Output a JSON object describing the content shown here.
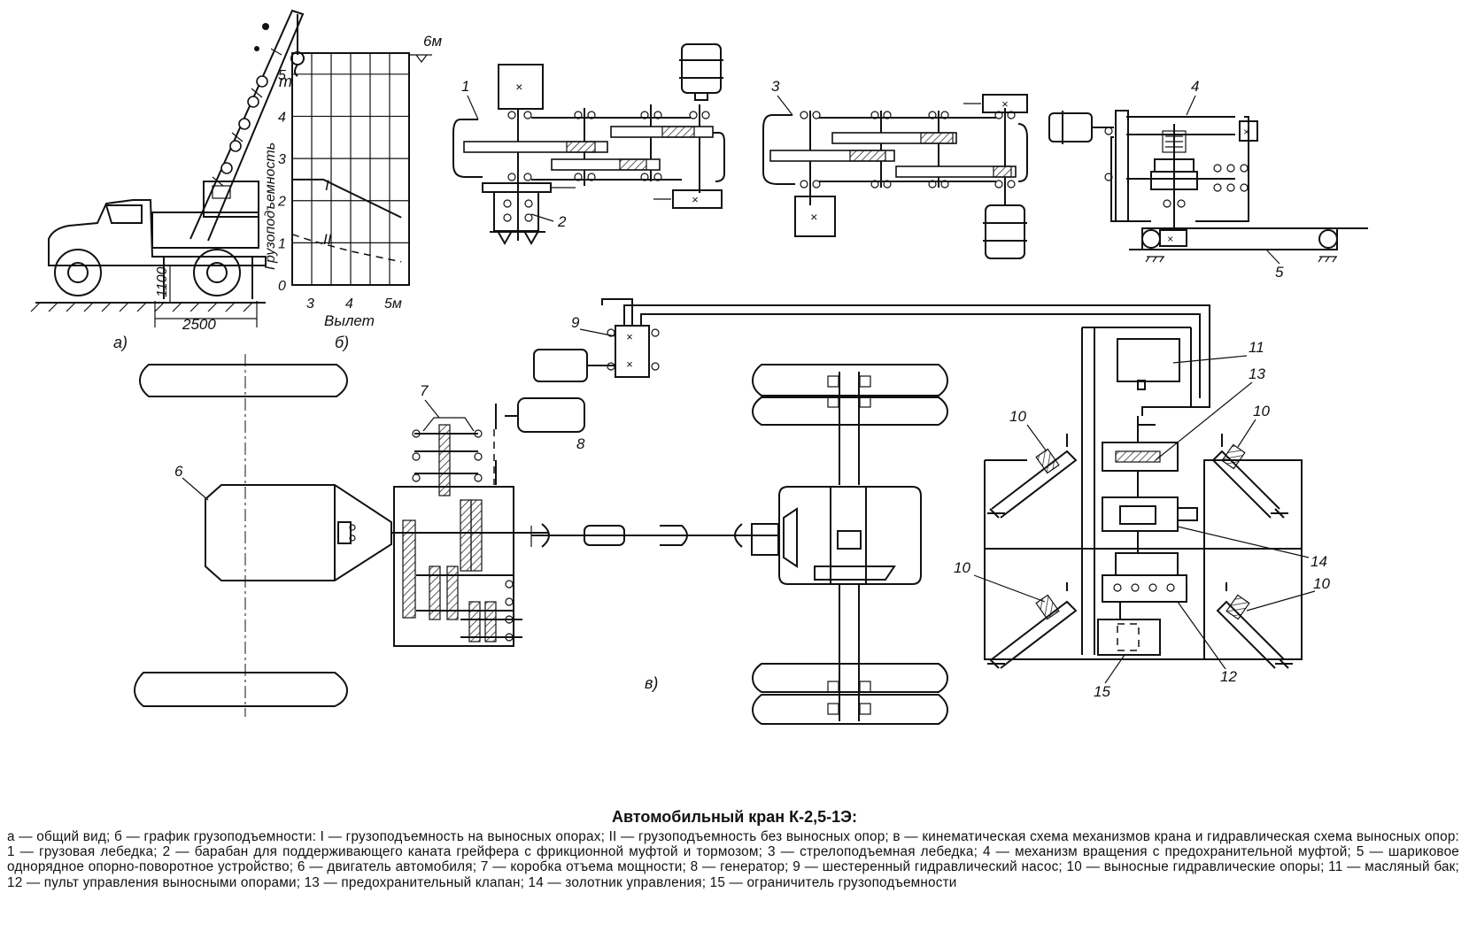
{
  "figure": {
    "labels": {
      "a": "а)",
      "b": "б)",
      "v": "в)",
      "dim_2500": "2500",
      "dim_1100": "1100",
      "height_6m": "6м",
      "unit_t": "т",
      "y_axis": "Грузоподъемность",
      "x_axis": "Вылет",
      "curve_I": "I",
      "curve_II": "II",
      "n1": "1",
      "n2": "2",
      "n3": "3",
      "n4": "4",
      "n5": "5",
      "n6": "6",
      "n7": "7",
      "n8": "8",
      "n9": "9",
      "n10a": "10",
      "n10b": "10",
      "n10c": "10",
      "n10d": "10",
      "n11": "11",
      "n12": "12",
      "n13": "13",
      "n14": "14",
      "n15": "15",
      "x": "×"
    },
    "chart": {
      "y_ticks": [
        "0",
        "1",
        "2",
        "3",
        "4",
        "5"
      ],
      "x_ticks": [
        "3",
        "4",
        "5м"
      ]
    }
  },
  "chart_data": {
    "type": "line",
    "title": "",
    "xlabel": "Вылет",
    "ylabel": "Грузоподъемность",
    "y_unit": "т",
    "xlim": [
      2.5,
      5.5
    ],
    "ylim": [
      0,
      5.5
    ],
    "grid": true,
    "series": [
      {
        "name": "I",
        "x": [
          2.5,
          3.3,
          5.3
        ],
        "y": [
          2.5,
          2.5,
          1.6
        ]
      },
      {
        "name": "II",
        "x": [
          2.5,
          3.0,
          4.0,
          5.3
        ],
        "y": [
          1.2,
          1.05,
          0.8,
          0.55
        ]
      }
    ]
  },
  "caption": {
    "title": "Автомобильный кран К-2,5-1Э:",
    "text": "а — общий вид; б — график грузоподъемности: I — грузоподъемность на выносных опорах; II — грузоподъемность без выносных опор; в — кинематическая схема механизмов крана и гидравлическая схема выносных опор: 1 — грузовая лебедка; 2 — барабан для поддерживающего каната грейфера с фрикционной муфтой и тормозом; 3 — стрелоподъемная лебедка; 4 — механизм вращения с предохранительной муфтой; 5 — шариковое однорядное опорно-поворотное устройство; 6 — двигатель автомобиля; 7 — коробка отъема мощности; 8 — генератор; 9 — шестеренный гидравлический насос; 10 — выносные гидравлические опоры; 11 — масляный бак; 12 — пульт управления выносными опорами; 13 — предохранительный клапан; 14 — золотник управления; 15 — ограничитель грузоподъемности"
  }
}
